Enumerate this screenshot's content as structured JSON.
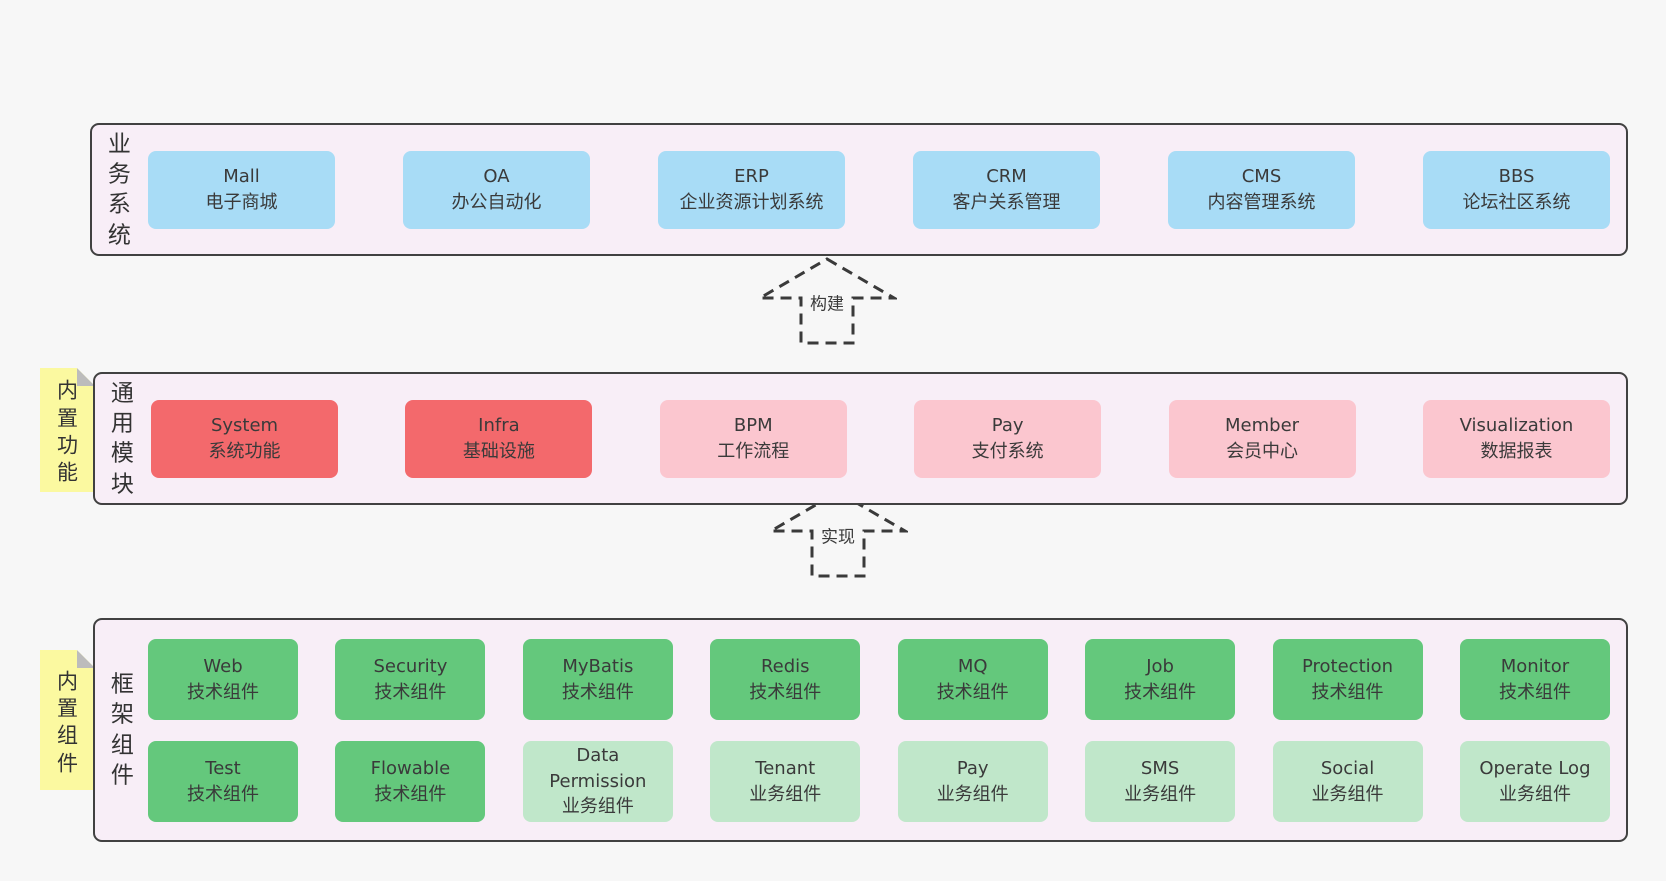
{
  "colors": {
    "page_bg": "#f7f7f7",
    "band_bg": "#f8eef7",
    "band_border": "#414141",
    "node_blue": "#a8dcf6",
    "node_red": "#f3696c",
    "node_pink": "#fbc6cf",
    "node_green": "#64c87c",
    "node_green_light": "#c0e7ca",
    "sticky_yellow": "#fbf9a0",
    "sticky_fold_gray": "#bcbcbc",
    "text": "#3a3a3a"
  },
  "arrows": [
    {
      "label": "构建"
    },
    {
      "label": "实现"
    }
  ],
  "stickies": [
    {
      "label": "内置功能"
    },
    {
      "label": "内置组件"
    }
  ],
  "bands": [
    {
      "label": "业务系统",
      "boxes": [
        {
          "name": "Mall",
          "desc": "电子商城"
        },
        {
          "name": "OA",
          "desc": "办公自动化"
        },
        {
          "name": "ERP",
          "desc": "企业资源计划系统"
        },
        {
          "name": "CRM",
          "desc": "客户关系管理"
        },
        {
          "name": "CMS",
          "desc": "内容管理系统"
        },
        {
          "name": "BBS",
          "desc": "论坛社区系统"
        }
      ]
    },
    {
      "label": "通用模块",
      "boxes": [
        {
          "name": "System",
          "desc": "系统功能"
        },
        {
          "name": "Infra",
          "desc": "基础设施"
        },
        {
          "name": "BPM",
          "desc": "工作流程"
        },
        {
          "name": "Pay",
          "desc": "支付系统"
        },
        {
          "name": "Member",
          "desc": "会员中心"
        },
        {
          "name": "Visualization",
          "desc": "数据报表"
        }
      ]
    },
    {
      "label": "框架组件",
      "rows": [
        [
          {
            "name": "Web",
            "desc": "技术组件"
          },
          {
            "name": "Security",
            "desc": "技术组件"
          },
          {
            "name": "MyBatis",
            "desc": "技术组件"
          },
          {
            "name": "Redis",
            "desc": "技术组件"
          },
          {
            "name": "MQ",
            "desc": "技术组件"
          },
          {
            "name": "Job",
            "desc": "技术组件"
          },
          {
            "name": "Protection",
            "desc": "技术组件"
          },
          {
            "name": "Monitor",
            "desc": "技术组件"
          }
        ],
        [
          {
            "name": "Test",
            "desc": "技术组件"
          },
          {
            "name": "Flowable",
            "desc": "技术组件"
          },
          {
            "name": "Data Permission",
            "desc": "业务组件"
          },
          {
            "name": "Tenant",
            "desc": "业务组件"
          },
          {
            "name": "Pay",
            "desc": "业务组件"
          },
          {
            "name": "SMS",
            "desc": "业务组件"
          },
          {
            "name": "Social",
            "desc": "业务组件"
          },
          {
            "name": "Operate Log",
            "desc": "业务组件"
          }
        ]
      ]
    }
  ]
}
